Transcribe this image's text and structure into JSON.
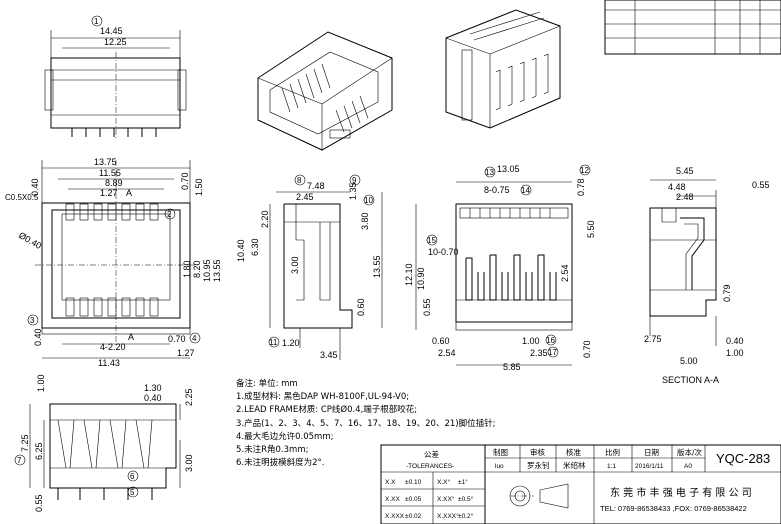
{
  "top_table": {
    "rows": 4,
    "cols": 5
  },
  "views": {
    "top_view": {
      "balloon": "1",
      "dims": [
        "14.45",
        "12.25"
      ]
    },
    "front_view": {
      "dims": [
        "13.75",
        "11.55",
        "8.89",
        "1.27",
        "A",
        "0.70",
        "1.50",
        "1.80",
        "8.20",
        "10.95",
        "13.55",
        "0.40",
        "4-2.20",
        "A",
        "0.70",
        "1.27",
        "11.43",
        "0.40"
      ],
      "labels": {
        "chamfer": "C0.5X0.5",
        "radius": "Ø0.40",
        "b2": "2",
        "b3": "3",
        "b4": "4"
      }
    },
    "side_view": {
      "dims": [
        "7.48",
        "2.45",
        "2.20",
        "1.35",
        "3.80",
        "10.40",
        "6.30",
        "3.00",
        "13.55",
        "0.60",
        "1.20",
        "3.45"
      ],
      "labels": {
        "b8": "8",
        "b9": "9",
        "b10": "10",
        "b11": "11"
      }
    },
    "pin_view": {
      "dims": [
        "13.05",
        "8-0.75",
        "0.78",
        "5.50",
        "10-0.70",
        "2.54",
        "12.10",
        "10.90",
        "0.55",
        "0.60",
        "1.00",
        "2.54",
        "2.35",
        "0.70",
        "5.85"
      ],
      "labels": {
        "b12": "12",
        "b13": "13",
        "b14": "14",
        "b15": "15",
        "b16": "16",
        "b17": "17"
      }
    },
    "section_view": {
      "dims": [
        "5.45",
        "4.48",
        "0.55",
        "2.48",
        "0.79",
        "2.75",
        "5.00",
        "1.00",
        "0.40"
      ],
      "title": "SECTION A-A"
    },
    "bottom_view": {
      "dims": [
        "1.00",
        "1.30",
        "0.40",
        "2.25",
        "7.25",
        "6.25",
        "3.00",
        "0.55"
      ],
      "labels": {
        "b5": "5",
        "b6": "6",
        "b7": "7"
      }
    }
  },
  "notes": {
    "heading": "备注: 单位: mm",
    "items": [
      "1.成型材料: 黑色DAP WH-8100F,UL-94-V0;",
      "2.LEAD  FRAME材质: CP线Ø0.4,端子根部咬花;",
      "3.产品(1、2、3、4、5、7、16、17、18、19、20、21)脚位插针;",
      "4.最大毛边允许0.05mm;",
      "5.未注R角0.3mm;",
      "6.未注明拔模斜度为2°."
    ]
  },
  "tolerances": {
    "title": "公差",
    "subtitle": "-TOLERANCES-",
    "rows": [
      [
        "X.X",
        "±0.10",
        "X.X°",
        "±1°"
      ],
      [
        "X.XX",
        "±0.05",
        "X.XX°",
        "±0.5°"
      ],
      [
        "X.XXX",
        "±0.02",
        "X.XXX°",
        "±0.2°"
      ]
    ]
  },
  "title_block": {
    "headers": [
      "制图",
      "审核",
      "核准",
      "比例",
      "日期",
      "版本/次"
    ],
    "values": [
      "luo",
      "罗永钊",
      "米绍林",
      "1:1",
      "2016/1/11",
      "A0"
    ],
    "drawing_no": "YQC-283",
    "company": "东 莞 市 丰 强 电 子 有 限 公 司",
    "contact": "TEL: 0769-86538433 ,FOX: 0769-86538422"
  }
}
